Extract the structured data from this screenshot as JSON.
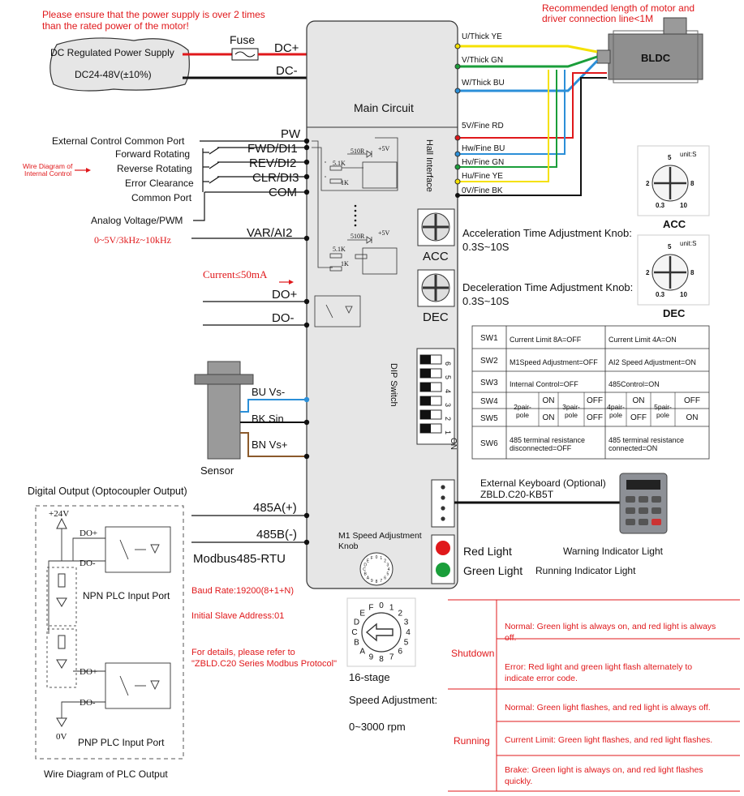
{
  "colors": {
    "red": "#e0181b",
    "yellow": "#f5e100",
    "green": "#1a9e3a",
    "blue": "#2b8fd8",
    "black": "#111111",
    "brown": "#8b5a2b",
    "body": "#e6e6e6"
  },
  "top": {
    "warning": [
      "Please ensure that the power supply is over 2 times",
      "than the rated power of the motor!"
    ],
    "motor_note": [
      "Recommended length of motor and",
      "driver connection line<1M"
    ],
    "psu": [
      "DC Regulated Power Supply",
      "DC24-48V(±10%)"
    ],
    "fuse": "Fuse",
    "dc_plus": "DC+",
    "dc_minus": "DC-",
    "main_circuit": "Main Circuit",
    "motor": "BLDC"
  },
  "motor_wires": [
    "U/Thick YE",
    "V/Thick GN",
    "W/Thick BU"
  ],
  "hall_wires": [
    "5V/Fine RD",
    "Hw/Fine BU",
    "Hv/Fine GN",
    "Hu/Fine YE",
    "0V/Fine BK"
  ],
  "hall_interface": "Hall Interface",
  "control": {
    "labels": [
      "External Control Common Port",
      "Forward Rotating",
      "Reverse Rotating",
      "Error Clearance",
      "Common Port",
      "Analog Voltage/PWM"
    ],
    "terminals": [
      "PW",
      "FWD/DI1",
      "REV/DI2",
      "CLR/DI3",
      "COM",
      "VAR/AI2"
    ],
    "internal_note": [
      "Wire Diagram of",
      "Internal Control"
    ],
    "analog_range": "0~5V/3kHz~10kHz",
    "r1": "510R",
    "r2": "5.1K",
    "r3": "1K",
    "v5": "+5V"
  },
  "output": {
    "current": "Current≤50mA",
    "do_plus": "DO+",
    "do_minus": "DO-"
  },
  "knobs": {
    "acc_label": "ACC",
    "dec_label": "DEC",
    "acc_text": [
      "Acceleration Time Adjustment Knob:",
      "0.3S~10S"
    ],
    "dec_text": [
      "Deceleration Time Adjustment Knob:",
      "0.3S~10S"
    ],
    "dial_unit": "unit:S",
    "dial_marks": [
      "5",
      "8",
      "10",
      "0.3",
      "2"
    ]
  },
  "dip": {
    "title": "DIP Switch",
    "on": "ON",
    "numbers": [
      "1",
      "2",
      "3",
      "4",
      "5",
      "6"
    ]
  },
  "sw_table": {
    "rows": [
      {
        "id": "SW1",
        "a": "Current Limit 8A=OFF",
        "b": "Current Limit 4A=ON"
      },
      {
        "id": "SW2",
        "a": "M1Speed Adjustment=OFF",
        "b": "AI2 Speed Adjustment=ON"
      },
      {
        "id": "SW3",
        "a": "Internal Control=OFF",
        "b": "485Control=ON"
      },
      {
        "id": "SW6",
        "a": "485 terminal resistance disconnected=OFF",
        "b": "485 terminal resistance connected=ON"
      }
    ],
    "sw4": "SW4",
    "sw5": "SW5",
    "on": "ON",
    "off": "OFF",
    "pole_labels": [
      "2pair-pole",
      "3pair-pole",
      "4pair-pole",
      "5pair-pole"
    ]
  },
  "sensor": {
    "wires": [
      "BU Vs-",
      "BK Sin",
      "BN Vs+"
    ],
    "label": "Sensor"
  },
  "rs485": {
    "a": "485A(+)",
    "b": "485B(-)",
    "protocol": "Modbus485-RTU",
    "baud": "Baud Rate:19200(8+1+N)",
    "slave": "Initial Slave Address:01",
    "details": [
      "For details, please refer to",
      "\"ZBLD.C20 Series Modbus Protocol\""
    ]
  },
  "keyboard": {
    "label": [
      "External Keyboard (Optional)",
      "ZBLD.C20-KB5T"
    ]
  },
  "lights": {
    "red": "Red Light",
    "green": "Green Light",
    "warning": "Warning Indicator Light",
    "running": "Running Indicator Light"
  },
  "m1": {
    "label": [
      "M1 Speed Adjustment",
      "Knob"
    ],
    "digits": "0123456789ABCDEF",
    "stage": "16-stage",
    "speed": "Speed Adjustment:",
    "range": "0~3000 rpm"
  },
  "plc": {
    "title": "Digital Output (Optocoupler Output)",
    "v24": "+24V",
    "v0": "0V",
    "do_plus": "DO+",
    "do_minus": "DO-",
    "npn": "NPN PLC Input Port",
    "pnp": "PNP PLC Input Port",
    "caption": "Wire Diagram of PLC Output"
  },
  "status_table": {
    "shutdown": "Shutdown",
    "running": "Running",
    "rows": [
      "Normal: Green light is always on, and red light is always off.",
      "Error: Red light and green light flash alternately to indicate error code.",
      "Normal: Green light flashes, and red light is always off.",
      "Current Limit: Green light flashes, and red light flashes.",
      "Brake: Green light is always on, and red light flashes quickly."
    ]
  }
}
